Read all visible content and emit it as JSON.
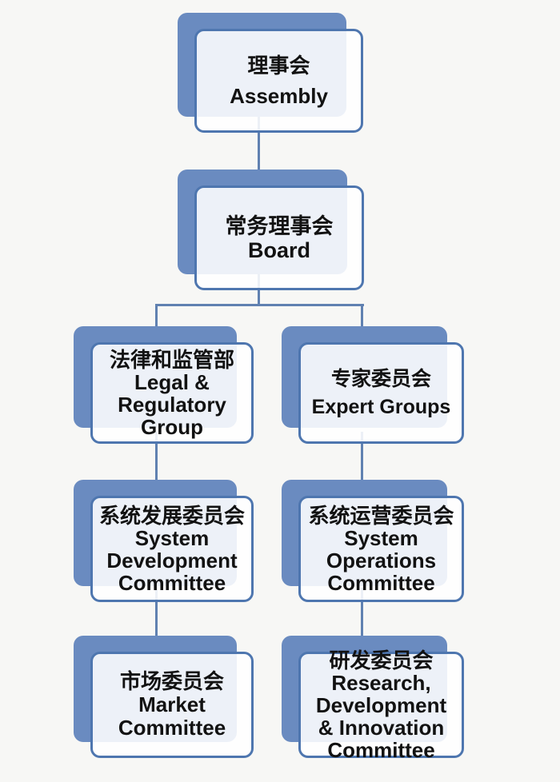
{
  "diagram": {
    "type": "org-chart",
    "language": "zh-en bilingual"
  },
  "nodes": {
    "assembly": {
      "lines": [
        "理事会",
        "Assembly"
      ]
    },
    "board": {
      "lines": [
        "常务理事会",
        "Board"
      ]
    },
    "legal": {
      "lines": [
        "法律和监管部",
        "Legal &",
        "Regulatory",
        "Group"
      ]
    },
    "expert": {
      "lines": [
        "专家委员会",
        "Expert Groups"
      ]
    },
    "sysdev": {
      "lines": [
        "系统发展委员会",
        "System",
        "Development",
        "Committee"
      ]
    },
    "sysops": {
      "lines": [
        "系统运营委员会",
        "System",
        "Operations",
        "Committee"
      ]
    },
    "market": {
      "lines": [
        "市场委员会",
        "Market",
        "Committee"
      ]
    },
    "rdi": {
      "lines": [
        "研发委员会",
        "Research,",
        "Development",
        "& Innovation",
        "Committee"
      ]
    }
  },
  "edges": [
    {
      "from": "assembly",
      "to": "board"
    },
    {
      "from": "board",
      "to": "legal"
    },
    {
      "from": "board",
      "to": "expert"
    },
    {
      "from": "legal",
      "to": "sysdev"
    },
    {
      "from": "expert",
      "to": "sysops"
    },
    {
      "from": "sysdev",
      "to": "market"
    },
    {
      "from": "sysops",
      "to": "rdi"
    }
  ],
  "colors": {
    "shadow_blue": "#6a8bc0",
    "card_border_blue": "#4e76af",
    "card_fill": "rgba(255,255,255,0.88)",
    "connector_blue": "#6081b1",
    "text": "#121212",
    "background": "#f7f7f5"
  }
}
